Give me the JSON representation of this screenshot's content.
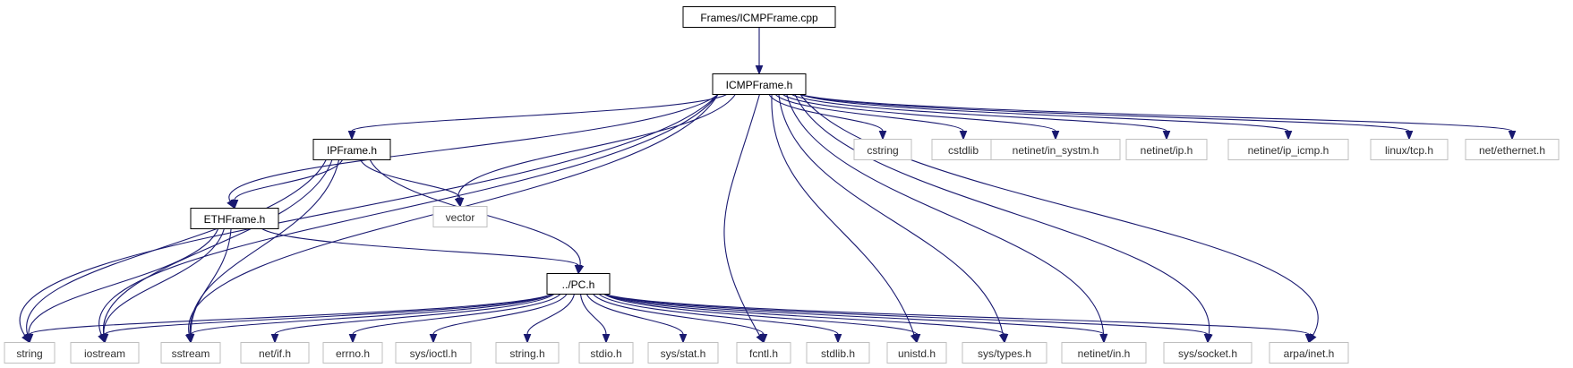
{
  "colors": {
    "edge": "#191970",
    "node_border": "#000000",
    "node_border_external": "#bfbfbf",
    "node_text": "#000000",
    "node_text_external": "#303030",
    "root_fill": "#bfbfbf"
  },
  "nodes": [
    {
      "id": "root",
      "label": "Frames/ICMPFrame.cpp",
      "kind": "root"
    },
    {
      "id": "icmp",
      "label": "ICMPFrame.h",
      "kind": "local"
    },
    {
      "id": "ipframe",
      "label": "IPFrame.h",
      "kind": "local"
    },
    {
      "id": "ethframe",
      "label": "ETHFrame.h",
      "kind": "local"
    },
    {
      "id": "pc",
      "label": "../PC.h",
      "kind": "local"
    },
    {
      "id": "cstring",
      "label": "cstring",
      "kind": "external"
    },
    {
      "id": "cstdlib",
      "label": "cstdlib",
      "kind": "external"
    },
    {
      "id": "in_systm",
      "label": "netinet/in_systm.h",
      "kind": "external"
    },
    {
      "id": "ip",
      "label": "netinet/ip.h",
      "kind": "external"
    },
    {
      "id": "ip_icmp",
      "label": "netinet/ip_icmp.h",
      "kind": "external"
    },
    {
      "id": "tcp",
      "label": "linux/tcp.h",
      "kind": "external"
    },
    {
      "id": "ethernet",
      "label": "net/ethernet.h",
      "kind": "external"
    },
    {
      "id": "vector",
      "label": "vector",
      "kind": "external"
    },
    {
      "id": "string",
      "label": "string",
      "kind": "external"
    },
    {
      "id": "iostream",
      "label": "iostream",
      "kind": "external"
    },
    {
      "id": "sstream",
      "label": "sstream",
      "kind": "external"
    },
    {
      "id": "netif",
      "label": "net/if.h",
      "kind": "external"
    },
    {
      "id": "errno",
      "label": "errno.h",
      "kind": "external"
    },
    {
      "id": "ioctl",
      "label": "sys/ioctl.h",
      "kind": "external"
    },
    {
      "id": "stringh",
      "label": "string.h",
      "kind": "external"
    },
    {
      "id": "stdio",
      "label": "stdio.h",
      "kind": "external"
    },
    {
      "id": "stat",
      "label": "sys/stat.h",
      "kind": "external"
    },
    {
      "id": "fcntl",
      "label": "fcntl.h",
      "kind": "external"
    },
    {
      "id": "stdlib",
      "label": "stdlib.h",
      "kind": "external"
    },
    {
      "id": "unistd",
      "label": "unistd.h",
      "kind": "external"
    },
    {
      "id": "types",
      "label": "sys/types.h",
      "kind": "external"
    },
    {
      "id": "netin",
      "label": "netinet/in.h",
      "kind": "external"
    },
    {
      "id": "socket",
      "label": "sys/socket.h",
      "kind": "external"
    },
    {
      "id": "inet",
      "label": "arpa/inet.h",
      "kind": "external"
    }
  ],
  "edges": [
    {
      "from": "root",
      "to": "icmp"
    },
    {
      "from": "icmp",
      "to": "string"
    },
    {
      "from": "icmp",
      "to": "iostream"
    },
    {
      "from": "icmp",
      "to": "ethframe"
    },
    {
      "from": "icmp",
      "to": "ipframe"
    },
    {
      "from": "icmp",
      "to": "vector"
    },
    {
      "from": "icmp",
      "to": "sstream"
    },
    {
      "from": "icmp",
      "to": "fcntl"
    },
    {
      "from": "icmp",
      "to": "unistd"
    },
    {
      "from": "icmp",
      "to": "types"
    },
    {
      "from": "icmp",
      "to": "netin"
    },
    {
      "from": "icmp",
      "to": "socket"
    },
    {
      "from": "icmp",
      "to": "inet"
    },
    {
      "from": "icmp",
      "to": "cstring"
    },
    {
      "from": "icmp",
      "to": "cstdlib"
    },
    {
      "from": "icmp",
      "to": "in_systm"
    },
    {
      "from": "icmp",
      "to": "ip"
    },
    {
      "from": "icmp",
      "to": "ip_icmp"
    },
    {
      "from": "icmp",
      "to": "tcp"
    },
    {
      "from": "icmp",
      "to": "ethernet"
    },
    {
      "from": "ipframe",
      "to": "string"
    },
    {
      "from": "ipframe",
      "to": "ethframe"
    },
    {
      "from": "ipframe",
      "to": "iostream"
    },
    {
      "from": "ipframe",
      "to": "sstream"
    },
    {
      "from": "ipframe",
      "to": "vector"
    },
    {
      "from": "ipframe",
      "to": "pc"
    },
    {
      "from": "ethframe",
      "to": "string"
    },
    {
      "from": "ethframe",
      "to": "iostream"
    },
    {
      "from": "ethframe",
      "to": "sstream"
    },
    {
      "from": "ethframe",
      "to": "pc"
    },
    {
      "from": "pc",
      "to": "string"
    },
    {
      "from": "pc",
      "to": "iostream"
    },
    {
      "from": "pc",
      "to": "sstream"
    },
    {
      "from": "pc",
      "to": "netif"
    },
    {
      "from": "pc",
      "to": "errno"
    },
    {
      "from": "pc",
      "to": "ioctl"
    },
    {
      "from": "pc",
      "to": "stringh"
    },
    {
      "from": "pc",
      "to": "stdio"
    },
    {
      "from": "pc",
      "to": "stat"
    },
    {
      "from": "pc",
      "to": "fcntl"
    },
    {
      "from": "pc",
      "to": "stdlib"
    },
    {
      "from": "pc",
      "to": "unistd"
    },
    {
      "from": "pc",
      "to": "types"
    },
    {
      "from": "pc",
      "to": "netin"
    },
    {
      "from": "pc",
      "to": "socket"
    },
    {
      "from": "pc",
      "to": "inet"
    }
  ]
}
